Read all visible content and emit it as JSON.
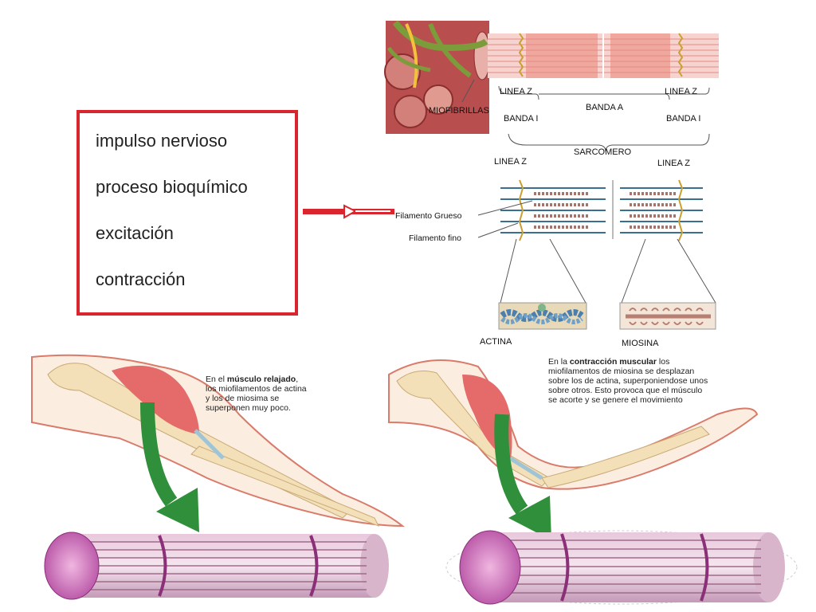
{
  "left_box": {
    "items": [
      "impulso nervioso",
      "proceso bioquímico",
      "excitación",
      "contracción"
    ]
  },
  "sarcomere_diagram": {
    "label_linea_z_left": "LINEA Z",
    "label_linea_z_right": "LINEA Z",
    "label_banda_a": "BANDA A",
    "label_miofibrillas": "MIOFIBRILLAS",
    "label_banda_i_left": "BANDA I",
    "label_banda_i_right": "BANDA I",
    "label_sarcomero": "SARCOMERO"
  },
  "filament_diagram": {
    "label_linea_z_left": "LINEA Z",
    "label_linea_z_right": "LINEA Z",
    "label_filamento_grueso": "Filamento Grueso",
    "label_filamento_fino": "Filamento fino",
    "label_actina": "ACTINA",
    "label_miosina": "MIOSINA"
  },
  "relaxed_caption": {
    "prefix": "En el ",
    "bold": "músculo relajado",
    "line1_end": ",",
    "line2": "los miofilamentos de actina",
    "line3": "y los de miosima se",
    "line4": "superponen muy poco."
  },
  "contracted_caption": {
    "prefix": "En la ",
    "bold": "contracción muscular",
    "line1_end": " los",
    "line2": "miofilamentos de miosina se desplazan",
    "line3": "sobre los de actina, superponiendose unos",
    "line4": "sobre otros. Esto provoca que el músculo",
    "line5": "se acorte y se genere el movimiento"
  },
  "colors": {
    "box_border": "#d9252e",
    "arrow_red": "#d9252e",
    "arrow_green": "#2f8f3a",
    "muscle_red": "#e56b6b",
    "bone": "#f3dfb8",
    "cylinder_pink": "#c98fb3"
  }
}
